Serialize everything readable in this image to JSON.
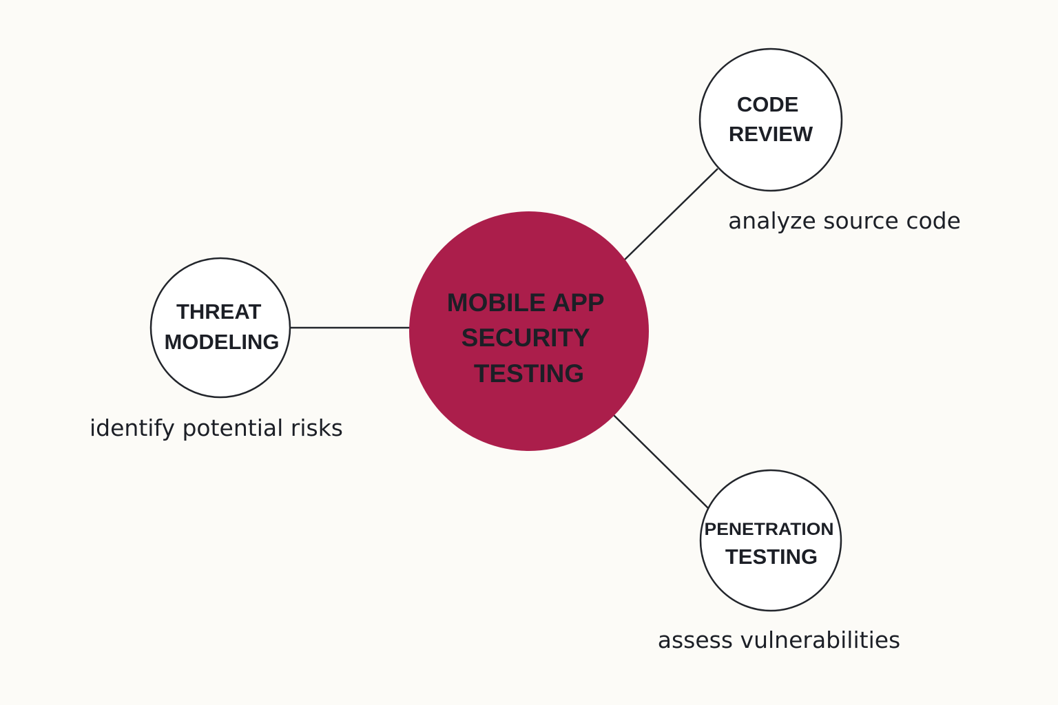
{
  "colors": {
    "background": "#fcfbf7",
    "center_fill": "#ab1e4b",
    "node_fill": "#ffffff",
    "stroke": "#22252b",
    "text": "#1c1f26"
  },
  "center": {
    "lines": [
      "MOBILE APP",
      "SECURITY",
      "TESTING"
    ]
  },
  "nodes": [
    {
      "id": "threat-modeling",
      "lines": [
        "THREAT",
        "MODELING"
      ],
      "description": "identify potential risks"
    },
    {
      "id": "code-review",
      "lines": [
        "CODE",
        "REVIEW"
      ],
      "description": "analyze source code"
    },
    {
      "id": "penetration-testing",
      "lines": [
        "PENETRATION",
        "TESTING"
      ],
      "description": "assess vulnerabilities"
    }
  ]
}
